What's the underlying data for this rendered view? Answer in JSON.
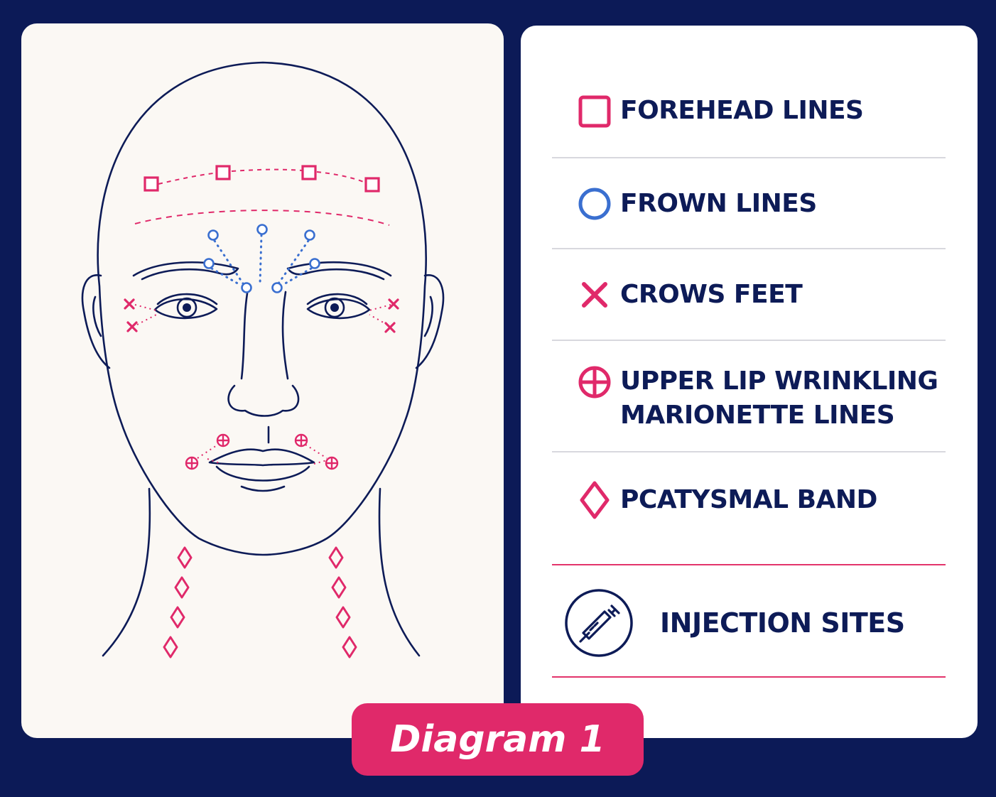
{
  "colors": {
    "background": "#0c1a57",
    "panel_left": "#fbf8f4",
    "panel_right": "#ffffff",
    "navy": "#0d1b57",
    "pink": "#e0296a",
    "blue": "#3a6fd0"
  },
  "legend": [
    {
      "icon": "square-icon",
      "label": "FOREHEAD LINES"
    },
    {
      "icon": "circle-icon",
      "label": "FROWN LINES"
    },
    {
      "icon": "x-icon",
      "label": "CROWS FEET"
    },
    {
      "icon": "crosshair-circle-icon",
      "label": "UPPER LIP WRINKLING",
      "label2": "MARIONETTE LINES"
    },
    {
      "icon": "diamond-icon",
      "label": "PCATYSMAL BAND"
    }
  ],
  "injection": {
    "icon": "syringe-icon",
    "label": "INJECTION SITES"
  },
  "badge": {
    "label": "Diagram 1"
  }
}
